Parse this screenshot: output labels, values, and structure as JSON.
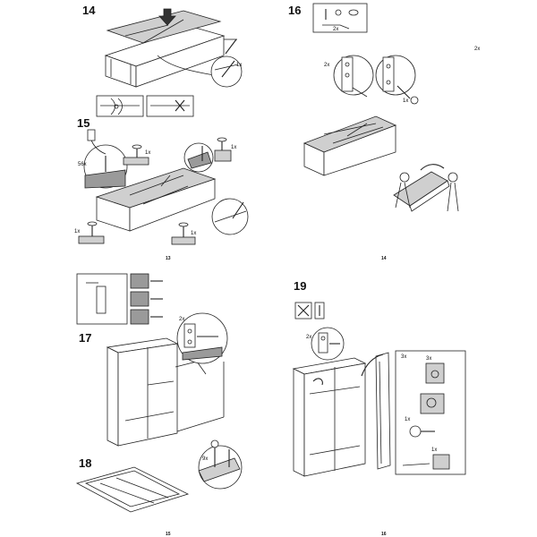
{
  "steps": {
    "s14": "14",
    "s15": "15",
    "s16": "16",
    "s17": "17",
    "s18": "18",
    "s19": "19"
  },
  "labels": {
    "qty_56x": "56x",
    "qty_1x_a": "1x",
    "qty_1x_b": "1x",
    "qty_1x_c": "1x",
    "qty_1x_d": "1x",
    "qty_1x_14": "1x",
    "qty_2x_16": "2x",
    "qty_2x_17": "2x",
    "qty_9x_18": "9x",
    "qty_2x_19": "2x",
    "qty_3x_19": "3x",
    "qty_3x_19b": "3x",
    "qty_1x_19": "1x",
    "qty_1x_19b": "1x",
    "qty_2x_16b": "2x",
    "qty_1x_16": "1x",
    "qty_2x_16c": "2x"
  },
  "pages": {
    "p13": "13",
    "p14": "14",
    "p15": "15",
    "p16": "16"
  }
}
